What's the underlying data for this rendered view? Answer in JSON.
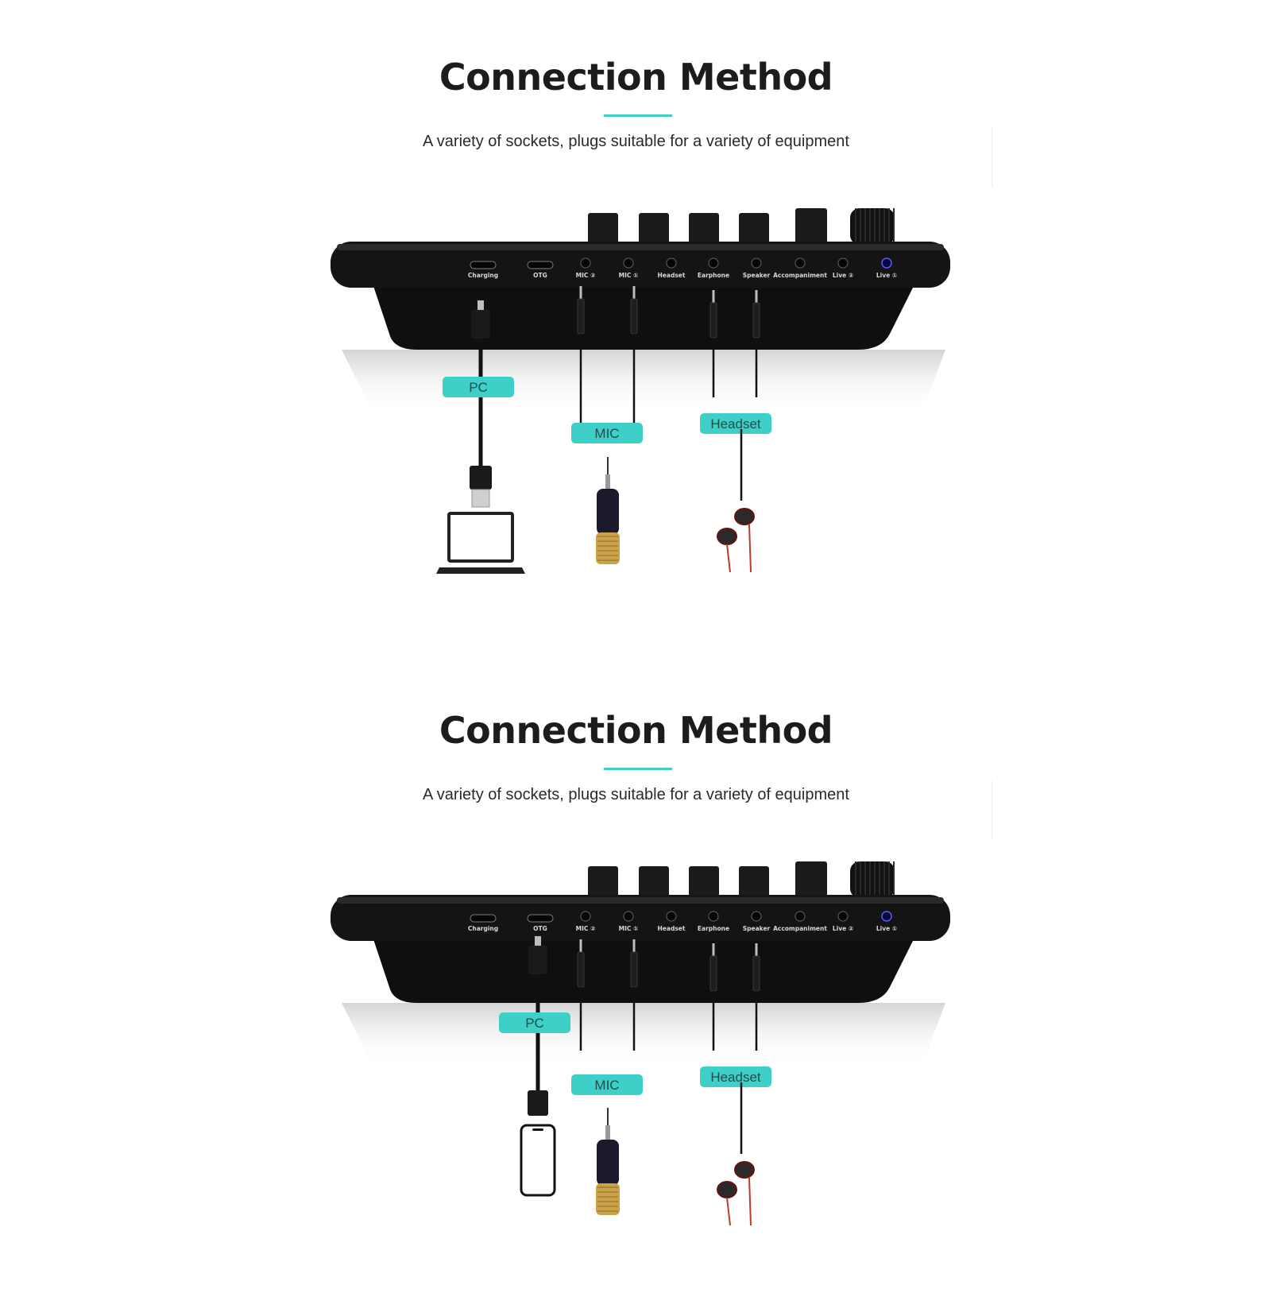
{
  "panels": [
    {
      "title": "Connection Method",
      "subtitle": "A variety of sockets, plugs suitable for a variety of equipment",
      "device": "pc",
      "callouts": {
        "pc": "PC",
        "mic": "MIC",
        "headset": "Headset"
      }
    },
    {
      "title": "Connection Method",
      "subtitle": "A variety of sockets, plugs suitable for a variety of equipment",
      "device": "phone",
      "callouts": {
        "pc": "PC",
        "mic": "MIC",
        "headset": "Headset"
      }
    }
  ],
  "port_labels": [
    "Charging",
    "OTG",
    "MIC ②",
    "MIC ①",
    "Headset",
    "Earphone",
    "Speaker",
    "Accompaniment",
    "Live ②",
    "Live ①"
  ],
  "colors": {
    "accent": "#3fcfc9",
    "device_body": "#141414",
    "label_text": "#1d4f4c"
  },
  "icons": [
    "sound-card-icon",
    "usb-cable-icon",
    "audio-jack-icon",
    "laptop-icon",
    "smartphone-icon",
    "microphone-icon",
    "earphones-icon"
  ]
}
